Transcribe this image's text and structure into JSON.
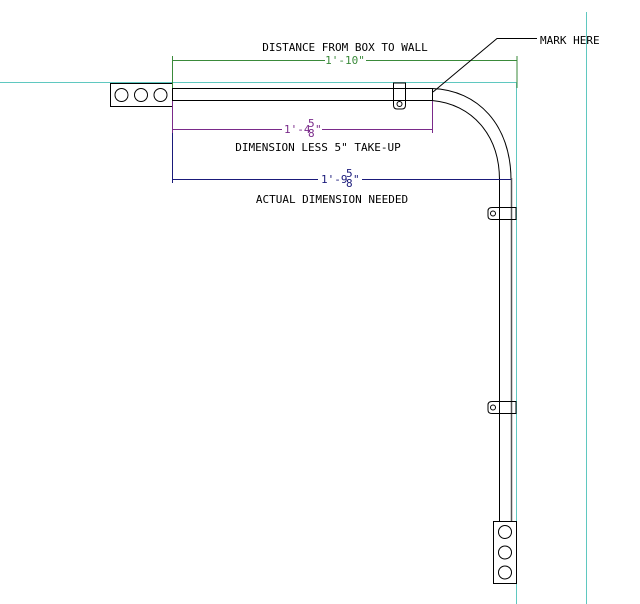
{
  "labels": {
    "distance_title": "DISTANCE FROM BOX TO WALL",
    "distance_value": "1'-10\"",
    "less_whole": "1'-4",
    "less_num": "5",
    "less_den": "8",
    "less_inch": "\"",
    "less_title": "DIMENSION LESS 5\" TAKE-UP",
    "actual_whole": "1'-9",
    "actual_num": "5",
    "actual_den": "8",
    "actual_inch": "\"",
    "actual_title": "ACTUAL DIMENSION NEEDED",
    "mark_here": "MARK HERE"
  },
  "colors": {
    "guide": "#5fc8c0",
    "green_dim": "#3a8a3a",
    "purple_dim": "#7a2a8a",
    "blue_dim": "#1a1a7a",
    "line": "#000000"
  }
}
